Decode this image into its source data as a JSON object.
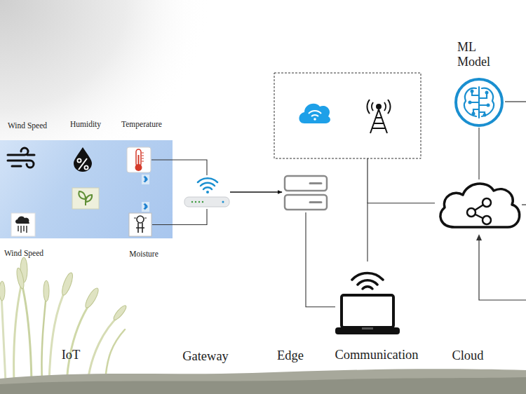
{
  "diagram": {
    "nodes": [
      {
        "text": [
          "IoT"
        ]
      },
      {
        "text": [
          "Wind Speed"
        ],
        "in": 0
      },
      {
        "text": [
          "Humidity"
        ],
        "in": 0
      },
      {
        "text": [
          "Temperature"
        ],
        "in": 0
      },
      {
        "text": [
          "Wind Speed"
        ],
        "in": 0
      },
      {
        "text": [
          "Moisture"
        ],
        "in": 0
      },
      {
        "text": [
          "Gateway"
        ]
      },
      {
        "text": [
          "Edge"
        ]
      },
      {
        "text": [
          "Communication"
        ]
      },
      {
        "text": [
          "ML Model"
        ]
      },
      {
        "text": [
          "Cloud"
        ]
      }
    ],
    "edges": [
      {
        "from": 3,
        "to": 6,
        "arrow": "none"
      },
      {
        "from": 5,
        "to": 6,
        "arrow": "none"
      },
      {
        "from": 6,
        "to": 7,
        "arrow": "to"
      },
      {
        "from": 7,
        "to": 8,
        "arrow": "none"
      },
      {
        "from": 8,
        "to": 10,
        "arrow": "none"
      },
      {
        "from": 10,
        "to": 9,
        "arrow": "none"
      }
    ]
  }
}
